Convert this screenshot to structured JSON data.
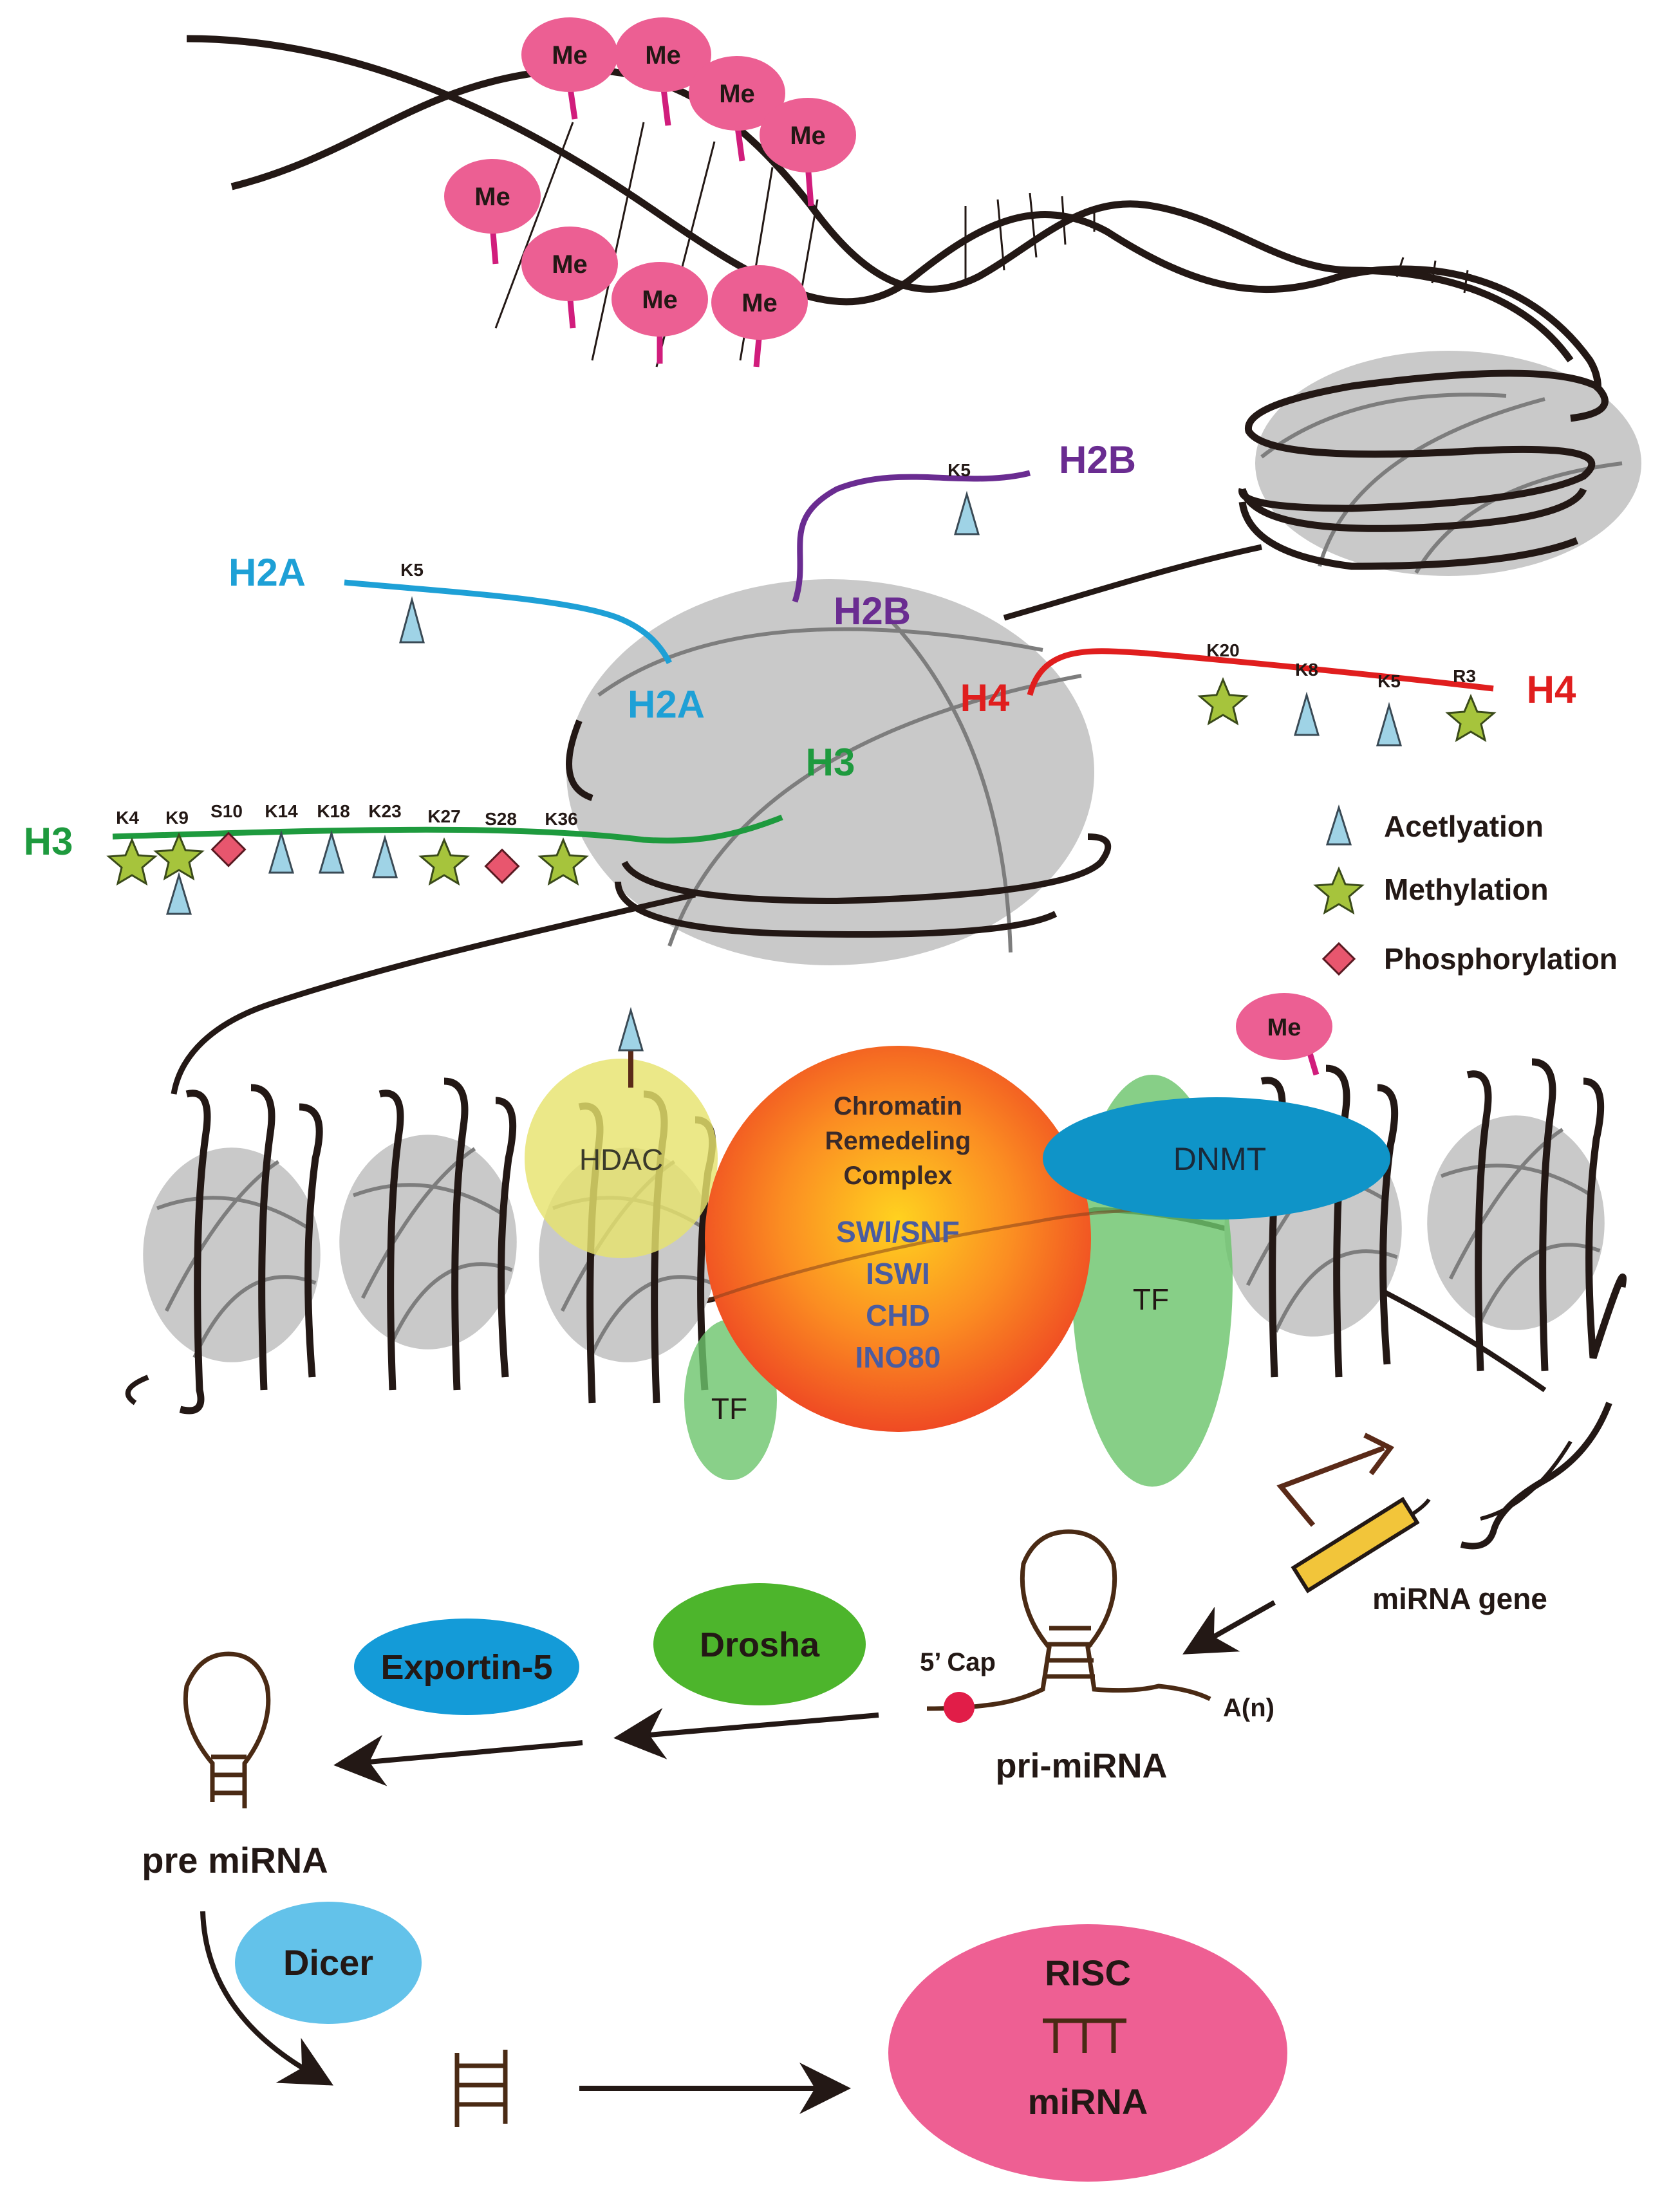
{
  "dna_methyl": {
    "me_label": "Me"
  },
  "histones": {
    "h2a": {
      "name": "H2A",
      "tail_site": "K5",
      "color": "#1ea0d6"
    },
    "h2b": {
      "name": "H2B",
      "tail_site": "K5",
      "color": "#6a2c91"
    },
    "h3": {
      "name": "H3",
      "color": "#1e9a3e",
      "sites": [
        "K4",
        "K9",
        "S10",
        "K14",
        "K18",
        "K23",
        "K27",
        "S28",
        "K36"
      ]
    },
    "h4": {
      "name": "H4",
      "color": "#e01e1e",
      "sites": [
        "K20",
        "K8",
        "K5",
        "R3"
      ]
    }
  },
  "legend": {
    "acetylation": "Acetlyation",
    "methylation": "Methylation",
    "phosphorylation": "Phosphorylation"
  },
  "complex": {
    "hdac": "HDAC",
    "dnmt": "DNMT",
    "me": "Me",
    "tf": "TF",
    "title_lines": [
      "Chromatin",
      "Remedeling",
      "Complex"
    ],
    "families": [
      "SWI/SNF",
      "ISWI",
      "CHD",
      "INO80"
    ]
  },
  "mirna": {
    "gene": "miRNA gene",
    "cap": "5’ Cap",
    "polya": "A(n)",
    "pri": "pri-miRNA",
    "drosha": "Drosha",
    "exportin": "Exportin-5",
    "pre": "pre miRNA",
    "dicer": "Dicer",
    "risc": "RISC",
    "mature": "miRNA"
  },
  "colors": {
    "dna": "#231815",
    "nucleosome": "#c9c9c9",
    "me_pink": "#ec5f93",
    "acetyl": "#9fd3e6",
    "methyl_star": "#a6c43c",
    "phospho": "#e8566e",
    "hdac": "#e6e36e",
    "dnmt": "#0f94c8",
    "tf": "#6cc46c",
    "drosha": "#4db52c",
    "exportin": "#149bd8",
    "dicer": "#63c2ea",
    "risc": "#ee5f93",
    "rna": "#4a2a14"
  }
}
